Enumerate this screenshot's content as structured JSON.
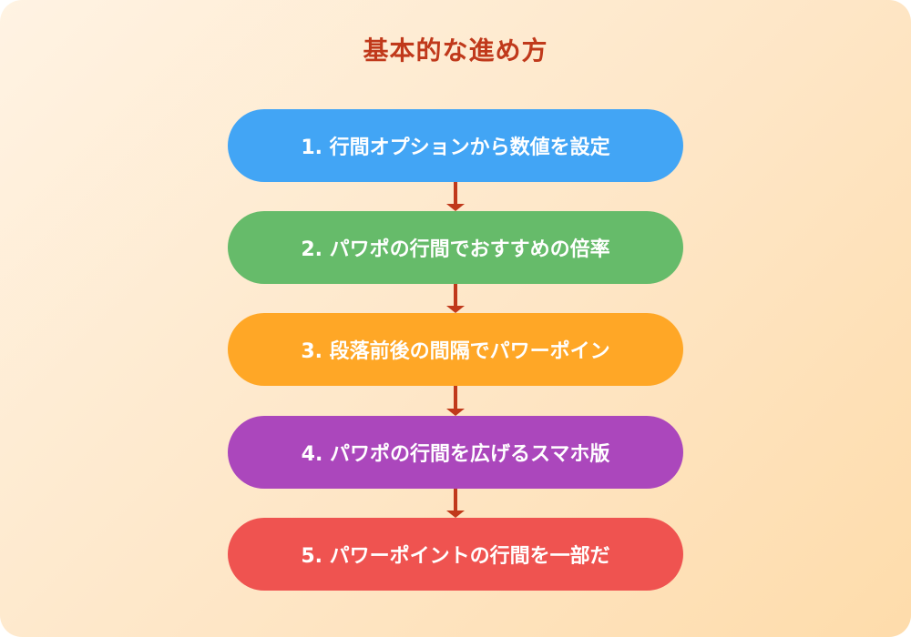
{
  "title": "基本的な進め方",
  "colors": {
    "title": "#c0391b",
    "arrow": "#c0391b",
    "background_start": "#fff3e3",
    "background_end": "#fedcab"
  },
  "steps": [
    {
      "label": "1. 行間オプションから数値を設定",
      "color": "#42a5f5"
    },
    {
      "label": "2. パワポの行間でおすすめの倍率",
      "color": "#66bb6a"
    },
    {
      "label": "3. 段落前後の間隔でパワーポイン",
      "color": "#ffa726"
    },
    {
      "label": "4. パワポの行間を広げるスマホ版",
      "color": "#ab47bc"
    },
    {
      "label": "5. パワーポイントの行間を一部だ",
      "color": "#ef5350"
    }
  ]
}
